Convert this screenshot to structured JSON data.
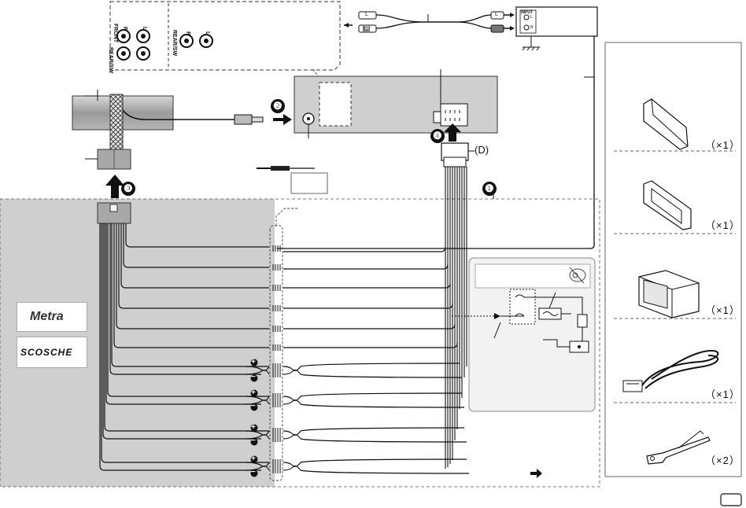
{
  "rca_box": {
    "front": "FRONT",
    "rear_sw_left": "REAR/SW",
    "rear_sw_right": "REAR/SW",
    "r": "R",
    "l": "L"
  },
  "rca_cable": {
    "l": "L",
    "r": "R"
  },
  "amp": {
    "input": "INPUT",
    "l": "L",
    "r": "R"
  },
  "steps": {
    "s1": "❶",
    "s2": "❷",
    "s3": "❸",
    "s4": "❹"
  },
  "connector_d": "(D)",
  "brands": {
    "metra": "Metra",
    "scosche": "SCOSCHE"
  },
  "parts": [
    {
      "name": "faceplate",
      "qty": "（×1）"
    },
    {
      "name": "trim-plate",
      "qty": "（×1）"
    },
    {
      "name": "mounting-sleeve",
      "qty": "（×1）"
    },
    {
      "name": "wiring-harness",
      "qty": "（×1）"
    },
    {
      "name": "extraction-key",
      "qty": "（×2）"
    }
  ],
  "speaker_polarity": [
    "+",
    "−",
    "+",
    "−",
    "+",
    "−",
    "+",
    "−"
  ],
  "colors": {
    "line": "#111111",
    "gray_panel": "#cfcfcf",
    "dashed": "#777777"
  }
}
